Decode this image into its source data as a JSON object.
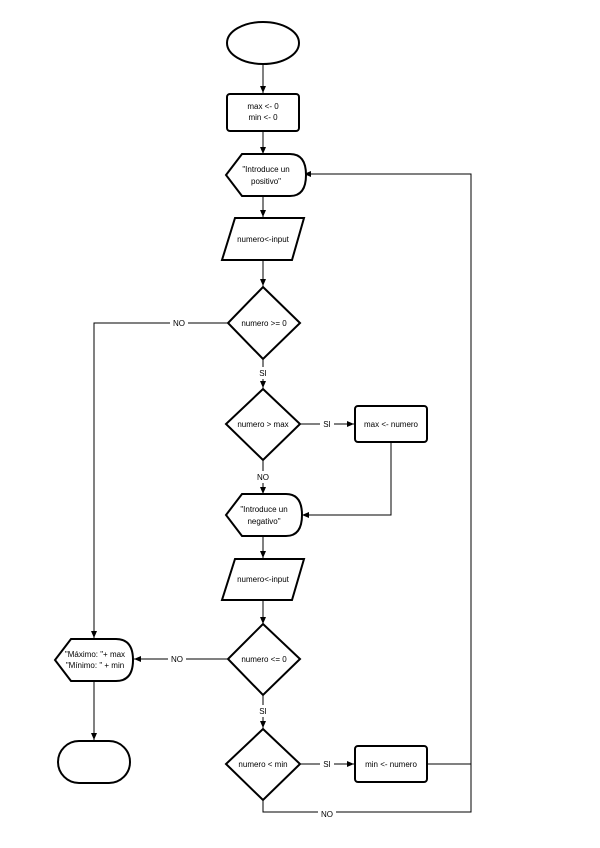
{
  "flowchart": {
    "nodes": {
      "start": {
        "label": ""
      },
      "init": {
        "lines": [
          "max <- 0",
          "min <- 0"
        ]
      },
      "prompt_positive": {
        "lines": [
          "\"Introduce un",
          "positivo\""
        ]
      },
      "input_1": {
        "label": "numero<-input"
      },
      "check_positive": {
        "label": "numero >= 0"
      },
      "check_max": {
        "label": "numero > max"
      },
      "assign_max": {
        "label": "max <- numero"
      },
      "prompt_negative": {
        "lines": [
          "\"Introduce un",
          "negativo\""
        ]
      },
      "input_2": {
        "label": "numero<-input"
      },
      "check_negative": {
        "label": "numero <= 0"
      },
      "check_min": {
        "label": "numero < min"
      },
      "assign_min": {
        "label": "min <- numero"
      },
      "output": {
        "lines": [
          "\"Máximo: \"+ max",
          "\"Mínimo: \" + min"
        ]
      },
      "end": {
        "label": ""
      }
    },
    "edge_labels": {
      "positive_no": "NO",
      "positive_yes": "SI",
      "max_yes": "SI",
      "max_no": "NO",
      "negative_no": "NO",
      "negative_yes": "SI",
      "min_yes": "SI",
      "min_no": "NO"
    }
  }
}
